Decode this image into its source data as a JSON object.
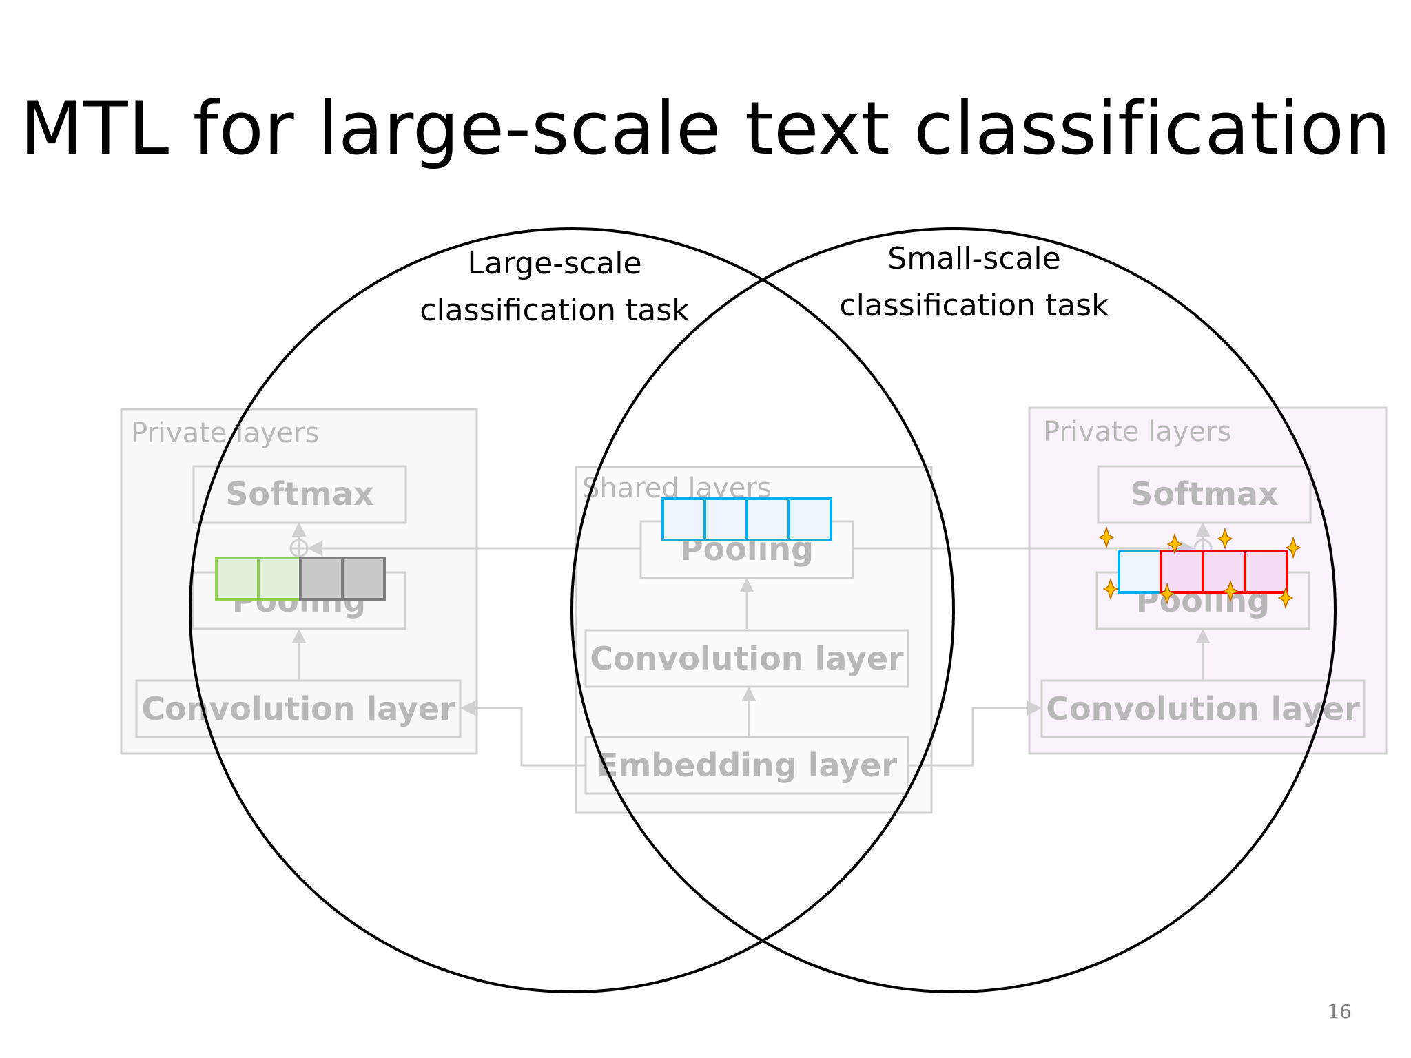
{
  "slide": {
    "title": "MTL for large-scale text classification",
    "page_number": "16"
  },
  "venn": {
    "left_label": [
      "Large-scale",
      "classification task"
    ],
    "right_label": [
      "Small-scale",
      "classification task"
    ]
  },
  "panels": {
    "left": {
      "group_label": "Private layers",
      "softmax": "Softmax",
      "pooling": "Pooling",
      "convolution": "Convolution layer",
      "vector_colors": [
        "#92d050",
        "#92d050",
        "#7f7f7f",
        "#7f7f7f"
      ]
    },
    "shared": {
      "group_label": "Shared layers",
      "pooling": "Pooling",
      "convolution": "Convolution layer",
      "embedding": "Embedding layer",
      "vector_colors": [
        "#00b0f0",
        "#00b0f0",
        "#00b0f0",
        "#00b0f0"
      ]
    },
    "right": {
      "group_label": "Private layers",
      "softmax": "Softmax",
      "pooling": "Pooling",
      "convolution": "Convolution layer",
      "vector_colors": [
        "#00b0f0",
        "#ff0000",
        "#ff0000",
        "#ff0000"
      ]
    }
  },
  "colors": {
    "faded_stroke": "#d0d0d0",
    "faded_text": "#b8b8b8",
    "right_panel_fill": "#fbf3fb",
    "sparkle": "#ffc000"
  }
}
